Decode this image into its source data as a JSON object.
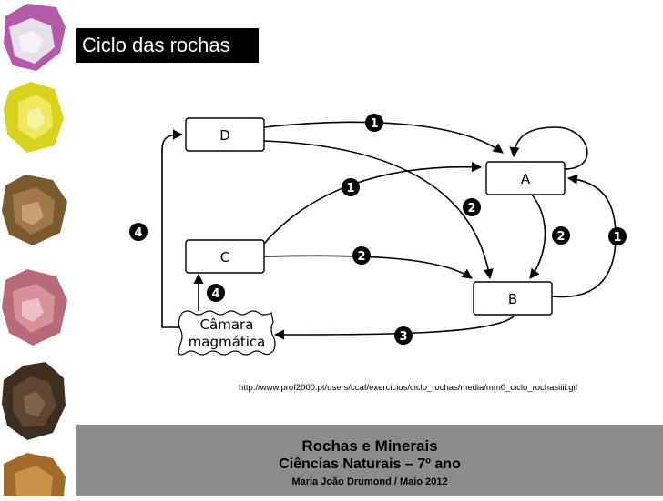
{
  "slide": {
    "title": "Ciclo das rochas",
    "source_url": "http://www.prof2000.pt/users/ccaf/exercicios/ciclo_rochas/media/mm0_ciclo_rochasiiii.gif"
  },
  "diagram": {
    "nodes": {
      "a": "A",
      "b": "B",
      "c": "C",
      "d": "D"
    },
    "chamber": {
      "line1": "Câmara",
      "line2": "magmática"
    },
    "badges": {
      "d_to_a": "1",
      "c_to_a": "1",
      "b_to_a": "1",
      "d_to_b": "2",
      "c_to_b": "2",
      "a_to_b": "2",
      "b_to_chamber": "3",
      "chamber_to_d": "4",
      "chamber_to_c": "4"
    }
  },
  "footer": {
    "line1": "Rochas e Minerais",
    "line2": "Ciências Naturais – 7º ano",
    "line3": "Maria João Drumond / Maio 2012"
  },
  "colors": {
    "footer_bg": "#8c8c8c",
    "title_bg": "#000000",
    "badge": "#000000"
  }
}
